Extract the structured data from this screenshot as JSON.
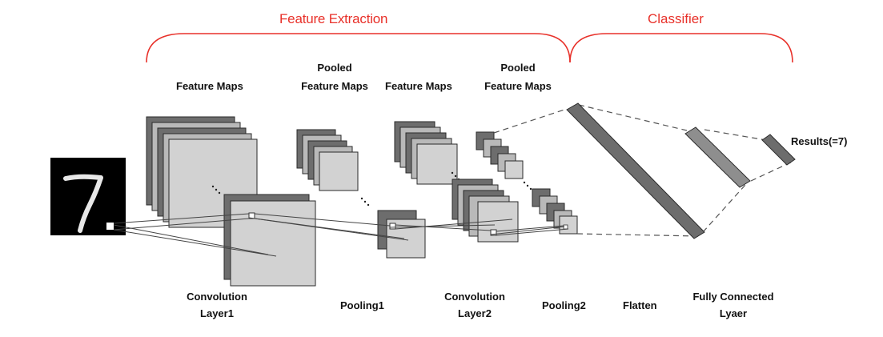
{
  "sections": {
    "feature_extraction": "Feature Extraction",
    "classifier": "Classifier"
  },
  "top_labels": {
    "feature_maps_1": "Feature Maps",
    "pooled_1_line1": "Pooled",
    "pooled_1_line2": "Feature Maps",
    "feature_maps_2": "Feature Maps",
    "pooled_2_line1": "Pooled",
    "pooled_2_line2": "Feature Maps"
  },
  "input": {
    "digit": "7"
  },
  "results": "Results(=7)",
  "bottom_labels": {
    "conv1_line1": "Convolution",
    "conv1_line2": "Layer1",
    "pooling1": "Pooling1",
    "conv2_line1": "Convolution",
    "conv2_line2": "Layer2",
    "pooling2": "Pooling2",
    "flatten": "Flatten",
    "fc_line1": "Fully Connected",
    "fc_line2": "Lyaer"
  },
  "colors": {
    "accent_red": "#e8312a",
    "dark_gray": "#6d6d6d",
    "light_gray": "#d0d0d0",
    "outline": "#2a2a2a",
    "dashed": "#555555"
  }
}
